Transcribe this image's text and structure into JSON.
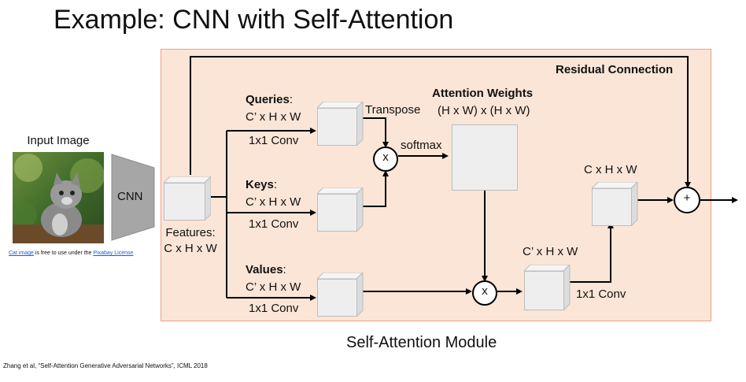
{
  "title": "Example: CNN with Self-Attention",
  "input": {
    "label": "Input Image",
    "credit_prefix": "Cat image",
    "credit_middle": " is free to use under the ",
    "credit_link": "Pixabay License"
  },
  "cnn_label": "CNN",
  "features": {
    "line1": "Features:",
    "line2": "C x H x W"
  },
  "residual_label": "Residual Connection",
  "queries": {
    "name": "Queries",
    "colon": ":",
    "shape": "C’ x H x W",
    "conv": "1x1 Conv"
  },
  "keys": {
    "name": "Keys",
    "colon": ":",
    "shape": "C’ x H x W",
    "conv": "1x1 Conv"
  },
  "values": {
    "name": "Values",
    "colon": ":",
    "shape": "C’ x H x W",
    "conv": "1x1 Conv"
  },
  "transpose_label": "Transpose",
  "softmax_label": "softmax",
  "attention": {
    "title": "Attention Weights",
    "shape": "(H x W) x (H x W)"
  },
  "mult_symbol": "x",
  "plus_symbol": "+",
  "after_mult_shape": "C’ x H x W",
  "final_conv": "1x1 Conv",
  "output_shape": "C x H x W",
  "caption": "Self-Attention Module",
  "citation": "Zhang et al, “Self-Attention Generative Adversarial Networks”, ICML 2018",
  "colors": {
    "module_bg": "#fbe5d6",
    "module_border": "#f0a080",
    "box_fill": "#eeeeee",
    "cnn_fill": "#a6a6a6",
    "link": "#1f5bd8"
  }
}
